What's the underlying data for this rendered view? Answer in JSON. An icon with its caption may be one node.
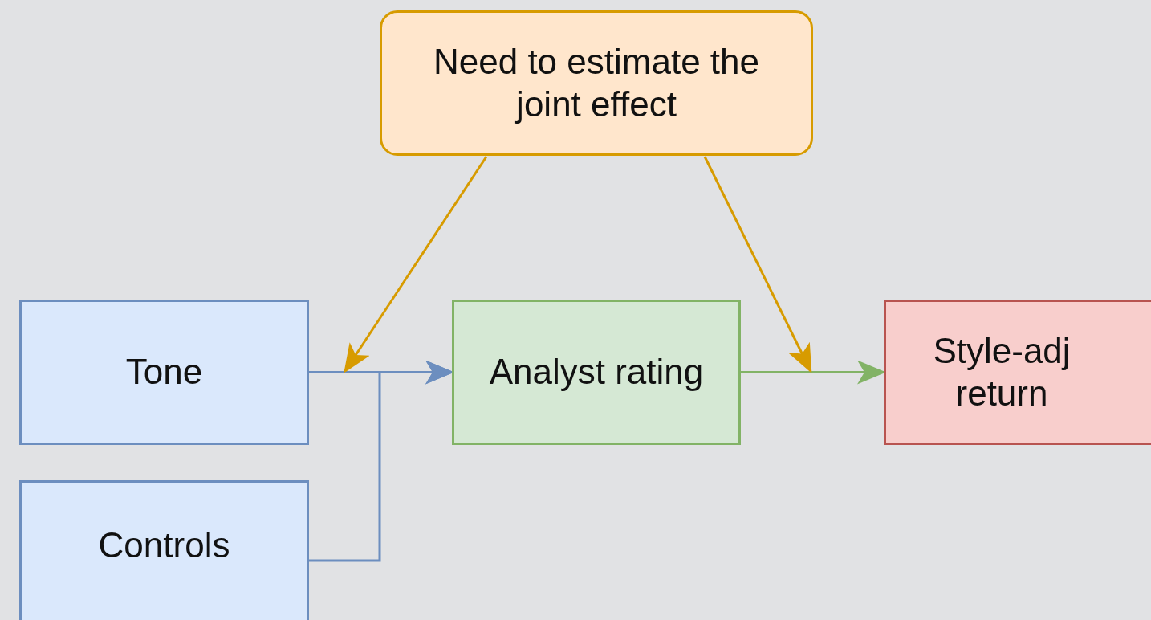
{
  "diagram": {
    "nodes": [
      {
        "text": [
          "Need to estimate the joint effect"
        ]
      },
      {
        "text": [
          "Tone"
        ]
      },
      {
        "text": [
          "Analyst rating"
        ]
      },
      {
        "text": [
          "Style-adj return"
        ]
      },
      {
        "text": [
          "Controls"
        ]
      }
    ],
    "edges": [
      {
        "from": 1,
        "to": 2,
        "arrow": "to",
        "color": "#6c8ebf"
      },
      {
        "from": 4,
        "to": 2,
        "arrow": "to",
        "color": "#6c8ebf"
      },
      {
        "from": 2,
        "to": 3,
        "arrow": "to",
        "color": "#82b366"
      },
      {
        "from": 0,
        "to": null,
        "arrow": "to",
        "color": "#d79b00"
      },
      {
        "from": 0,
        "to": null,
        "arrow": "to",
        "color": "#d79b00"
      }
    ]
  }
}
